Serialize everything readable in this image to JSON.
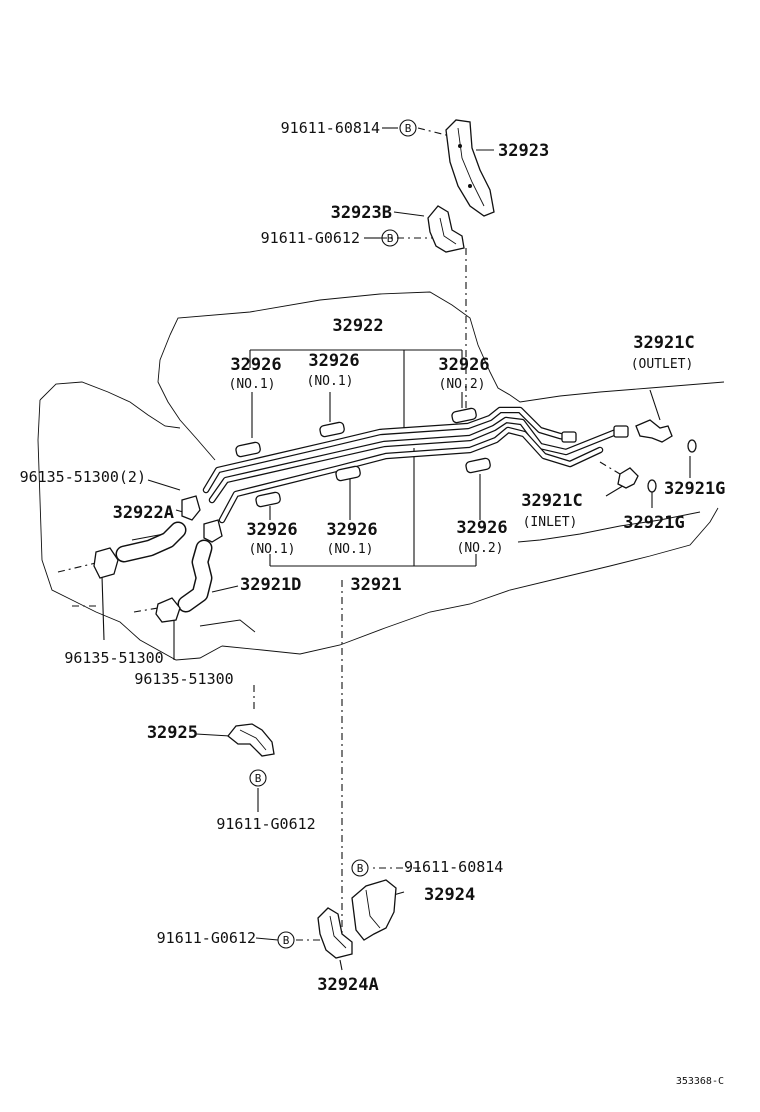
{
  "parts": {
    "bolt_60814_top": "91611-60814",
    "bracket_32923": "32923",
    "bracket_32923b": "32923B",
    "bolt_g0612_top": "91611-G0612",
    "tube_assy_32922": "32922",
    "cushion_a": "32926",
    "cushion_a_sub": "(NO.1)",
    "cushion_b": "32926",
    "cushion_b_sub": "(NO.1)",
    "cushion_c": "32926",
    "cushion_c_sub": "(NO.2)",
    "union_outlet": "32921C",
    "union_outlet_sub": "(OUTLET)",
    "clamp_2": "96135-51300(2)",
    "hose_32922a": "32922A",
    "gasket_g1": "32921G",
    "union_inlet": "32921C",
    "union_inlet_sub": "(INLET)",
    "gasket_g2": "32921G",
    "cushion_d": "32926",
    "cushion_d_sub": "(NO.1)",
    "cushion_e": "32926",
    "cushion_e_sub": "(NO.1)",
    "cushion_f": "32926",
    "cushion_f_sub": "(NO.2)",
    "hose_32921d": "32921D",
    "tube_assy_32921": "32921",
    "clamp_left": "96135-51300",
    "clamp_right": "96135-51300",
    "bracket_32925": "32925",
    "bolt_g0612_mid": "91611-G0612",
    "bolt_60814_bottom": "91611-60814",
    "bracket_32924": "32924",
    "bolt_g0612_bottom": "91611-G0612",
    "bracket_32924a": "32924A"
  },
  "bolt_marker": "B",
  "diagram_code": "353368-C"
}
